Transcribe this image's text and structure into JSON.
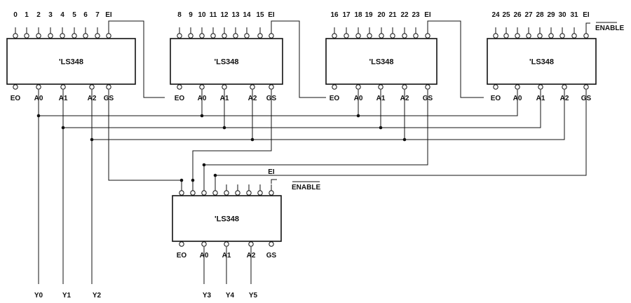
{
  "chips": [
    {
      "title": "'LS348",
      "inputs": [
        "0",
        "1",
        "2",
        "3",
        "4",
        "5",
        "6",
        "7",
        "EI"
      ],
      "enable_label": "",
      "outputs": [
        "EO",
        "A0",
        "A1",
        "A2",
        "GS"
      ]
    },
    {
      "title": "'LS348",
      "inputs": [
        "8",
        "9",
        "10",
        "11",
        "12",
        "13",
        "14",
        "15",
        "EI"
      ],
      "enable_label": "",
      "outputs": [
        "EO",
        "A0",
        "A1",
        "A2",
        "GS"
      ]
    },
    {
      "title": "'LS348",
      "inputs": [
        "16",
        "17",
        "18",
        "19",
        "20",
        "21",
        "22",
        "23",
        "EI"
      ],
      "enable_label": "",
      "outputs": [
        "EO",
        "A0",
        "A1",
        "A2",
        "GS"
      ]
    },
    {
      "title": "'LS348",
      "inputs": [
        "24",
        "25",
        "26",
        "27",
        "28",
        "29",
        "30",
        "31",
        "EI"
      ],
      "enable_label": "ENABLE",
      "outputs": [
        "EO",
        "A0",
        "A1",
        "A2",
        "GS"
      ]
    },
    {
      "title": "'LS348",
      "inputs": [
        "",
        "",
        "",
        "",
        "",
        "",
        "",
        "",
        "EI"
      ],
      "enable_label": "ENABLE",
      "outputs": [
        "EO",
        "A0",
        "A1",
        "A2",
        "GS"
      ]
    }
  ],
  "outputs": [
    "Y0",
    "Y1",
    "Y2",
    "Y3",
    "Y4",
    "Y5"
  ]
}
